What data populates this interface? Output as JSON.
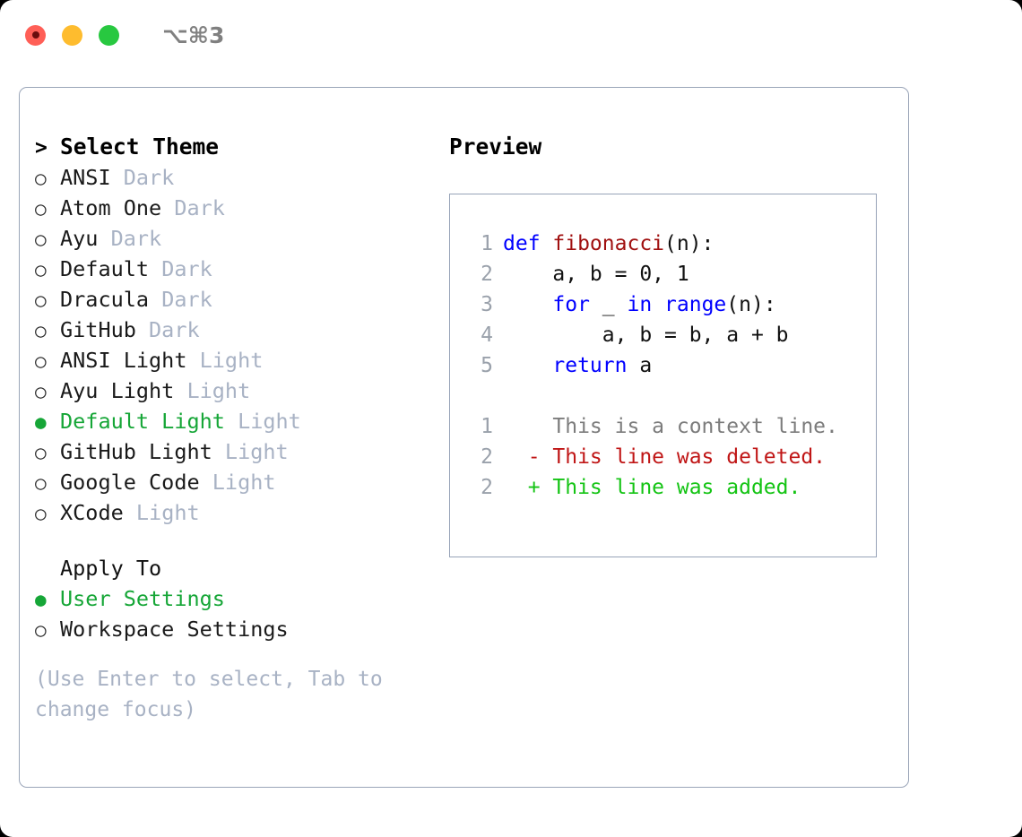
{
  "titlebar": {
    "shortcut": "⌥⌘3",
    "buttons": [
      {
        "name": "close",
        "color": "#ff5f57"
      },
      {
        "name": "minimize",
        "color": "#febc2e"
      },
      {
        "name": "maximize",
        "color": "#28c840"
      }
    ]
  },
  "colors": {
    "selected_green": "#16a637",
    "variant_gray": "#a8b2c4",
    "border": "#9aa5b8",
    "keyword_blue": "#0000ff",
    "function_red": "#a01010",
    "diff_add": "#14c414",
    "diff_del": "#c01616",
    "diff_ctx": "#7c7c7c"
  },
  "theme_section": {
    "title": "Select Theme",
    "title_prefix": ">",
    "marker_unselected": "○",
    "marker_selected": "●",
    "items": [
      {
        "label": "ANSI",
        "variant": "Dark",
        "selected": false
      },
      {
        "label": "Atom One",
        "variant": "Dark",
        "selected": false
      },
      {
        "label": "Ayu",
        "variant": "Dark",
        "selected": false
      },
      {
        "label": "Default",
        "variant": "Dark",
        "selected": false
      },
      {
        "label": "Dracula",
        "variant": "Dark",
        "selected": false
      },
      {
        "label": "GitHub",
        "variant": "Dark",
        "selected": false
      },
      {
        "label": "ANSI Light",
        "variant": "Light",
        "selected": false
      },
      {
        "label": "Ayu Light",
        "variant": "Light",
        "selected": false
      },
      {
        "label": "Default Light",
        "variant": "Light",
        "selected": true
      },
      {
        "label": "GitHub Light",
        "variant": "Light",
        "selected": false
      },
      {
        "label": "Google Code",
        "variant": "Light",
        "selected": false
      },
      {
        "label": "XCode",
        "variant": "Light",
        "selected": false
      }
    ]
  },
  "apply_section": {
    "title": "Apply To",
    "items": [
      {
        "label": "User Settings",
        "selected": true
      },
      {
        "label": "Workspace Settings",
        "selected": false
      }
    ]
  },
  "hint": "(Use Enter to select, Tab to change focus)",
  "preview": {
    "title": "Preview",
    "code_lines": [
      {
        "no": "1",
        "tokens": [
          {
            "t": "def ",
            "c": "kw"
          },
          {
            "t": "fibonacci",
            "c": "fn"
          },
          {
            "t": "(n):",
            "c": "plain"
          }
        ]
      },
      {
        "no": "2",
        "tokens": [
          {
            "t": "    a, b = 0, 1",
            "c": "plain"
          }
        ]
      },
      {
        "no": "3",
        "tokens": [
          {
            "t": "    ",
            "c": "plain"
          },
          {
            "t": "for",
            "c": "kw"
          },
          {
            "t": " _ ",
            "c": "plain"
          },
          {
            "t": "in",
            "c": "kw"
          },
          {
            "t": " ",
            "c": "plain"
          },
          {
            "t": "range",
            "c": "kw"
          },
          {
            "t": "(n):",
            "c": "plain"
          }
        ]
      },
      {
        "no": "4",
        "tokens": [
          {
            "t": "        a, b = b, a + b",
            "c": "plain"
          }
        ]
      },
      {
        "no": "5",
        "tokens": [
          {
            "t": "    ",
            "c": "plain"
          },
          {
            "t": "return",
            "c": "kw"
          },
          {
            "t": " a",
            "c": "plain"
          }
        ]
      }
    ],
    "diff_lines": [
      {
        "no": "1",
        "sign": " ",
        "text": "This is a context line.",
        "kind": "ctx"
      },
      {
        "no": "2",
        "sign": "-",
        "text": "This line was deleted.",
        "kind": "del"
      },
      {
        "no": "2",
        "sign": "+",
        "text": "This line was added.",
        "kind": "add"
      }
    ]
  }
}
